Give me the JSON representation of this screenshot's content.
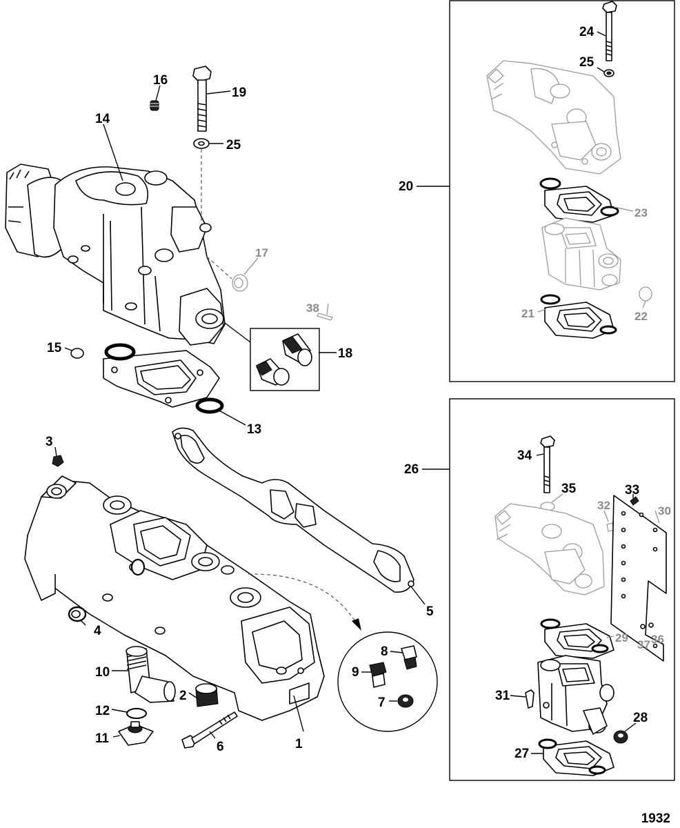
{
  "figure_number": "1932",
  "callouts": {
    "c1": "1",
    "c2": "2",
    "c3": "3",
    "c4": "4",
    "c5": "5",
    "c6": "6",
    "c7": "7",
    "c8": "8",
    "c9": "9",
    "c10": "10",
    "c11": "11",
    "c12": "12",
    "c13": "13",
    "c14": "14",
    "c15": "15",
    "c16": "16",
    "c17": "17",
    "c18": "18",
    "c19": "19",
    "c20": "20",
    "c21": "21",
    "c22": "22",
    "c23": "23",
    "c24": "24",
    "c25a": "25",
    "c25b": "25",
    "c26": "26",
    "c27": "27",
    "c28": "28",
    "c29": "29",
    "c30": "30",
    "c31": "31",
    "c32": "32",
    "c33": "33",
    "c34": "34",
    "c35": "35",
    "c36": "36",
    "c37": "37",
    "c38": "38"
  }
}
